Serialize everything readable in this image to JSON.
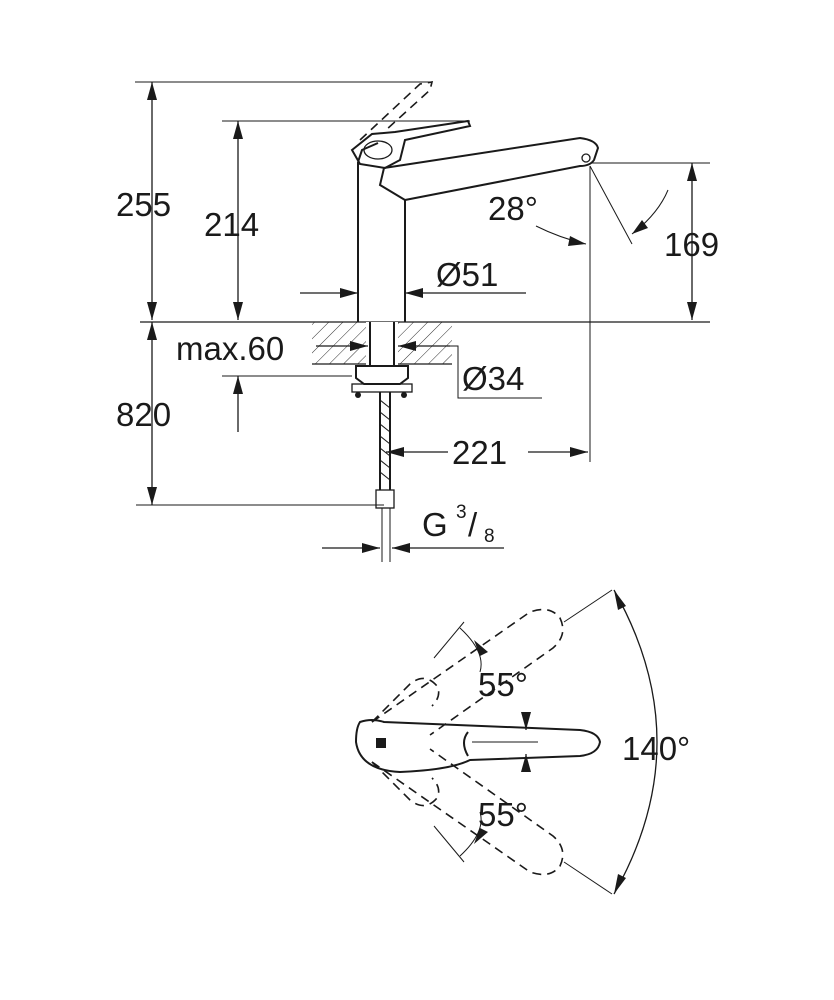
{
  "side_view": {
    "height_total": "255",
    "height_spout": "214",
    "spout_angle": "28°",
    "outlet_height": "169",
    "body_diameter": "Ø51",
    "max_deck_thickness": "max.60",
    "hole_diameter": "Ø34",
    "below_deck_length": "820",
    "spout_reach": "221",
    "connection_prefix": "G",
    "connection_numerator": "3",
    "connection_slash": "/",
    "connection_denominator": "8"
  },
  "top_view": {
    "rotation_upper": "55°",
    "rotation_lower": "55°",
    "rotation_total": "140°"
  }
}
